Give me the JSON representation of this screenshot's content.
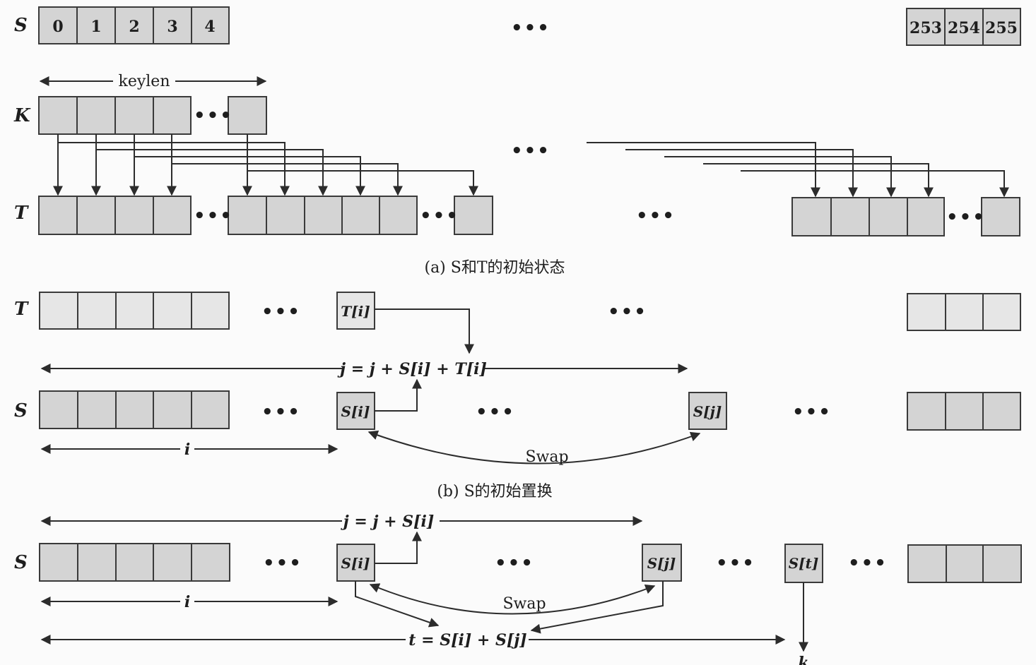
{
  "rows": {
    "s_label": "S",
    "k_label": "K",
    "t_label": "T"
  },
  "s_initial": {
    "first_values": [
      "0",
      "1",
      "2",
      "3",
      "4"
    ],
    "last_values": [
      "253",
      "254",
      "255"
    ]
  },
  "keylen_label": "keylen",
  "ellipsis": "•••",
  "captions": {
    "a": "(a) S和T的初始状态",
    "b": "(b) S的初始置换"
  },
  "panel_b": {
    "t_i": "T[i]",
    "s_i": "S[i]",
    "s_j": "S[j]",
    "formula": "j = j + S[i] + T[i]",
    "i_label": "i",
    "swap": "Swap"
  },
  "panel_c": {
    "s_i": "S[i]",
    "s_j": "S[j]",
    "s_t": "S[t]",
    "formula_j": "j = j + S[i]",
    "formula_t": "t = S[i] + S[j]",
    "i_label": "i",
    "swap": "Swap",
    "k_out": "k"
  }
}
